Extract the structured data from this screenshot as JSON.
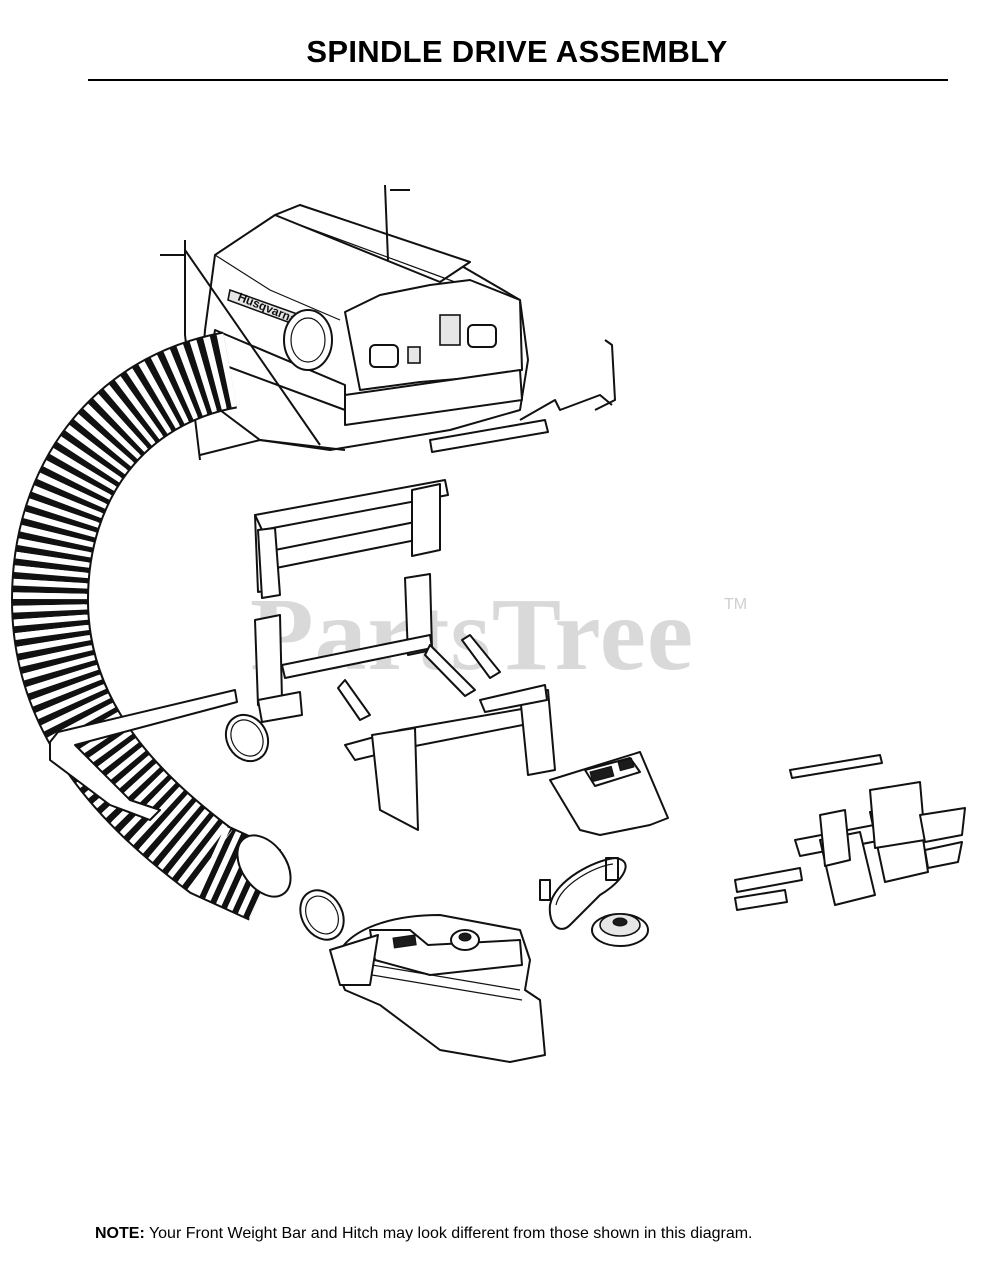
{
  "page": {
    "title": "SPINDLE DRIVE ASSEMBLY",
    "watermark": "PartsTree",
    "watermark_tm": "TM",
    "note_label": "NOTE:",
    "note_text": "Your Front Weight Bar and Hitch may look different from those shown in this diagram."
  },
  "diagram": {
    "collector_logo": "Husqvarna"
  }
}
